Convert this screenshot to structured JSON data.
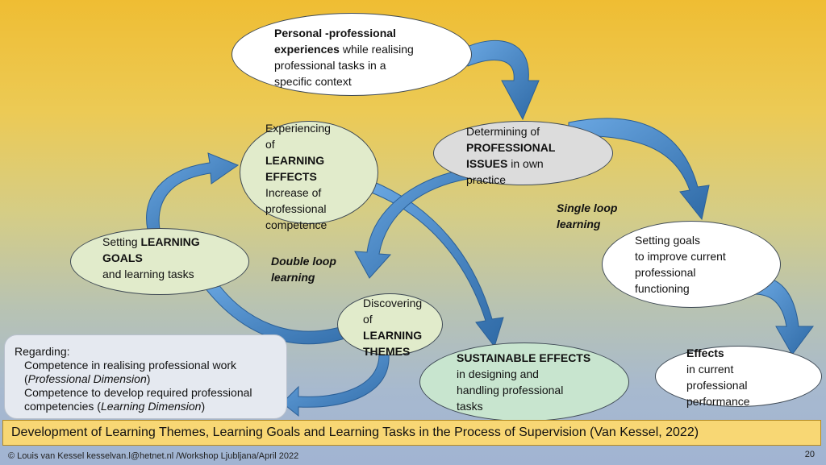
{
  "nodes": {
    "personal": {
      "bold": "Personal -professional experiences",
      "rest": "while realising professional tasks in a specific context",
      "l1": "Personal -professional",
      "l2b": "experiences",
      "l2r": " while realising",
      "l3": "professional tasks in a",
      "l4": "specific context"
    },
    "determining": {
      "l1": "Determining of",
      "l2": "PROFESSIONAL",
      "l3b": "ISSUES",
      "l3r": " in own",
      "l4": "practice"
    },
    "experiencing": {
      "l1": "Experiencing",
      "l2": "of",
      "l3": "LEARNING",
      "l4": "EFFECTS",
      "l5": "Increase of",
      "l6": "professional",
      "l7": "competence"
    },
    "setting_learning": {
      "l1": "Setting ",
      "l1b": "LEARNING",
      "l2": "GOALS",
      "l3": "and learning tasks"
    },
    "discovering": {
      "l1": "Discovering",
      "l2": "of",
      "l3": "LEARNING",
      "l4": "THEMES"
    },
    "sustainable": {
      "l1": "SUSTAINABLE  EFFECTS",
      "l2": "in designing and",
      "l3": "handling professional",
      "l4": "tasks"
    },
    "setting_goals": {
      "l1": "Setting goals",
      "l2": "to improve current",
      "l3": "professional",
      "l4": "functioning"
    },
    "effects": {
      "l1": "Effects",
      "l2": "in current",
      "l3": "professional",
      "l4": "performance"
    }
  },
  "labels": {
    "single_loop_1": "Single loop",
    "single_loop_2": "learning",
    "double_loop_1": "Double loop",
    "double_loop_2": "learning"
  },
  "regarding": {
    "title": "Regarding:",
    "item1_a": "Competence in realising professional work",
    "item1_b": "Professional Dimension",
    "item2_a": "Competence to develop required professional",
    "item2_b_pre": "competencies (",
    "item2_b": "Learning Dimension",
    "open": "(",
    "close": ")"
  },
  "banner": "Development of Learning Themes, Learning Goals and Learning Tasks in the Process of Supervision (Van Kessel, 2022)",
  "footer": "© Louis van Kessel kesselvan.l@hetnet.nl /Workshop Ljubljana/April 2022",
  "page_number": "20",
  "colors": {
    "arrow": "#4c8ccd",
    "arrow_dark": "#2f6aa6",
    "node_white": "#ffffff",
    "node_green": "#e1ebcb",
    "node_grey": "#dcdcdc",
    "node_teal": "#c8e5cf"
  }
}
